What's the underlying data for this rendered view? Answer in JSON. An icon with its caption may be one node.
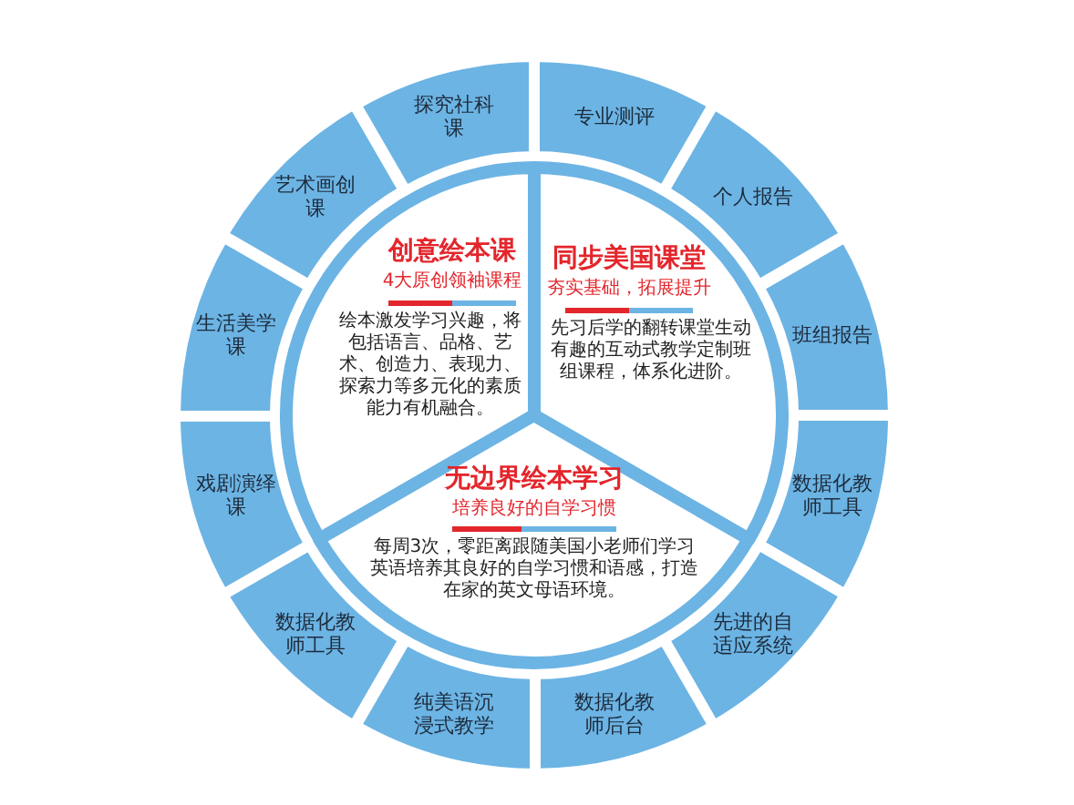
{
  "diagram": {
    "nodes": [
      {
        "text": [
          "探究社科课"
        ]
      },
      {
        "text": [
          "专业测评"
        ]
      },
      {
        "text": [
          "个人报告"
        ]
      },
      {
        "text": [
          "班组报告"
        ]
      },
      {
        "text": [
          "数据化教师工具"
        ]
      },
      {
        "text": [
          "先进的自适应系统"
        ]
      },
      {
        "text": [
          "数据化教师后台"
        ]
      },
      {
        "text": [
          "纯美语沉浸式教学"
        ]
      },
      {
        "text": [
          "数据化教师工具"
        ]
      },
      {
        "text": [
          "戏剧演绎课"
        ]
      },
      {
        "text": [
          "生活美学课"
        ]
      },
      {
        "text": [
          "艺术画创课"
        ]
      },
      {
        "text": [
          "创意绘本课",
          "4大原创领袖课程",
          "绘本激发学习兴趣，将包括语言、品格、艺术、创造力、表现力、探索力等多元化的素质能力有机融合。"
        ]
      },
      {
        "text": [
          "同步美国课堂",
          "夯实基础，拓展提升",
          "先习后学的翻转课堂生动有趣的互动式教学定制班组课程，体系化进阶。"
        ]
      },
      {
        "text": [
          "无边界绘本学习",
          "培养良好的自学习惯",
          "每周3次，零距离跟随美国小老师们学习英语培养其良好的自学习惯和语感，打造在家的英文母语环境。"
        ]
      }
    ]
  }
}
